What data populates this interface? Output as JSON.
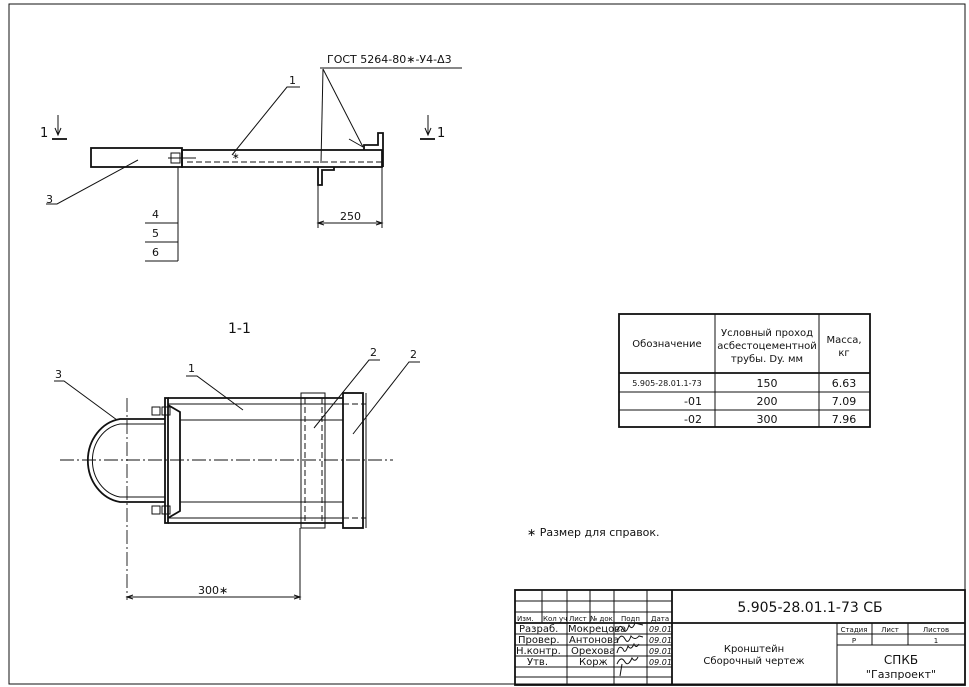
{
  "drawing": {
    "weld_note": "ГОСТ 5264-80∗-У4-Δ3",
    "section_mark": "1",
    "section_title": "1-1",
    "callouts": {
      "part1": "1",
      "part2": "2",
      "part3": "3",
      "part4": "4",
      "part5": "5",
      "part6": "6"
    },
    "dim_250": "250",
    "dim_300": "300∗",
    "note": "∗ Размер для справок."
  },
  "spec_table": {
    "headers": [
      "Обозначение",
      "Условный проход",
      "асбестоцементной",
      "трубы. Dy. мм",
      "Масса,",
      "кг"
    ],
    "rows": [
      {
        "designation": "5.905-28.01.1-73",
        "diameter": "150",
        "mass": "6.63"
      },
      {
        "designation": "-01",
        "diameter": "200",
        "mass": "7.09"
      },
      {
        "designation": "-02",
        "diameter": "300",
        "mass": "7.96"
      }
    ]
  },
  "title_block": {
    "doc_number": "5.905-28.01.1-73 СБ",
    "col_headers": [
      "Изм.",
      "Кол уч",
      "Лист",
      "№ док",
      "Подп",
      "Дата"
    ],
    "roles": [
      {
        "role": "Разраб.",
        "name": "Мокрецова",
        "date": "09.01"
      },
      {
        "role": "Провер.",
        "name": "Антонова",
        "date": "09.01"
      },
      {
        "role": "Н.контр.",
        "name": "Орехова",
        "date": "09.01"
      },
      {
        "role": "Утв.",
        "name": "Корж",
        "date": "09.01"
      }
    ],
    "title_line1": "Кронштейн",
    "title_line2": "Сборочный чертеж",
    "stage_label": "Стадия",
    "sheet_label": "Лист",
    "sheets_label": "Листов",
    "stage_value": "Р",
    "sheets_value": "1",
    "org_line1": "СПКБ",
    "org_line2": "\"Газпроект\""
  }
}
